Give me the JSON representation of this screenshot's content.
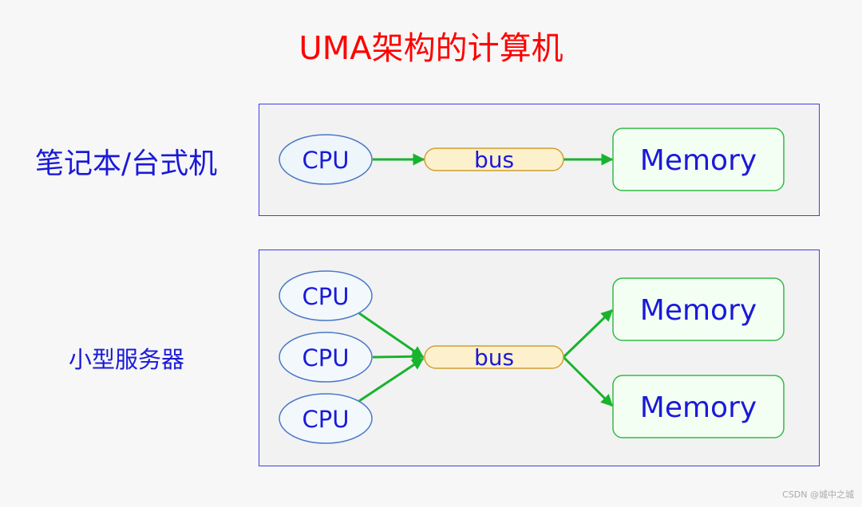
{
  "title": "UMA架构的计算机",
  "rows": [
    {
      "label": "笔记本/台式机",
      "cpus": [
        "CPU"
      ],
      "bus": "bus",
      "memories": [
        "Memory"
      ]
    },
    {
      "label": "小型服务器",
      "cpus": [
        "CPU",
        "CPU",
        "CPU"
      ],
      "bus": "bus",
      "memories": [
        "Memory",
        "Memory"
      ]
    }
  ],
  "colors": {
    "title": "#ff0000",
    "text": "#1a1ad8",
    "panel_border": "#3d3df0",
    "cpu_border": "#4a78c8",
    "cpu_fill": "#eef5fb",
    "bus_border": "#d0a030",
    "bus_fill": "#fdf0cc",
    "memory_border": "#33bb44",
    "memory_fill": "#f4fff4",
    "arrow": "#19b32e"
  },
  "watermark": "CSDN @城中之城"
}
